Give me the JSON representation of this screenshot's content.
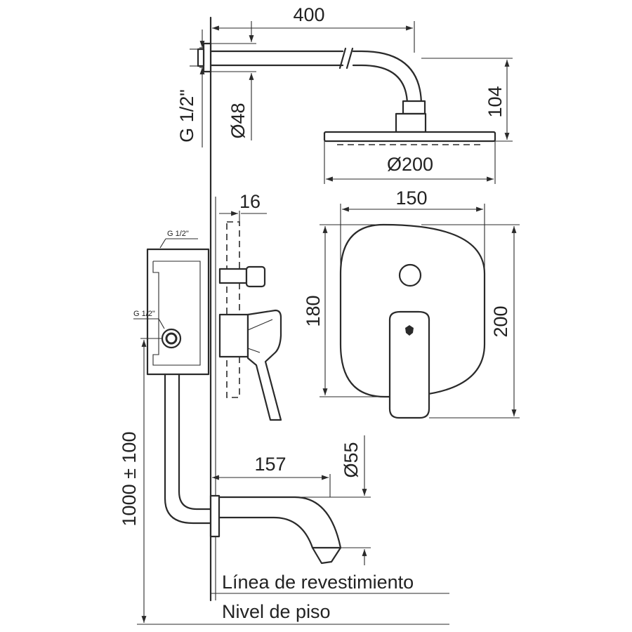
{
  "dimensions": {
    "arm_length": "400",
    "arm_drop": "104",
    "wall_flange": "Ø48",
    "inlet_thread": "G 1/2\"",
    "head_diameter": "Ø200",
    "plate_width": "150",
    "plate_height": "200",
    "plate_inner_height": "180",
    "wall_offset": "16",
    "spout_length": "157",
    "spout_diameter": "Ø55",
    "mount_height": "1000 ± 100"
  },
  "callouts": {
    "box_thread_top": "G 1/2\"",
    "box_thread_side": "G 1/2\""
  },
  "labels": {
    "finish_line": "Línea de revestimiento",
    "floor_level": "Nivel de piso"
  }
}
